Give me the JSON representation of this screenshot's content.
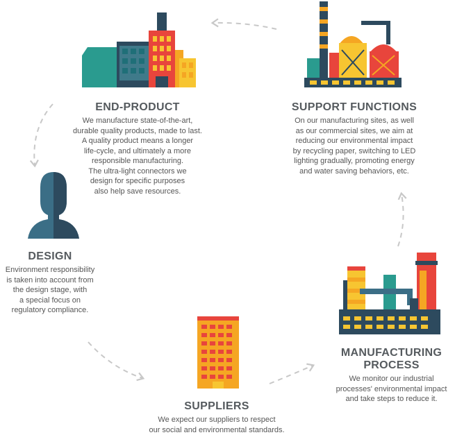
{
  "nodes": {
    "end_product": {
      "title": "END-PRODUCT",
      "description": "We manufacture state-of-the-art,\ndurable quality products, made to last.\nA quality product means a longer\nlife-cycle, and ultimately a more\nresponsible manufacturing.\nThe ultra-light connectors we\ndesign for specific purposes\nalso help save resources."
    },
    "support_functions": {
      "title": "SUPPORT FUNCTIONS",
      "description": "On our manufacturing sites, as well\nas our commercial sites, we aim at\nreducing our environmental impact\nby recycling paper, switching to LED\nlighting gradually, promoting energy\nand water saving behaviors, etc."
    },
    "design": {
      "title": "DESIGN",
      "description": "Environment responsibility\nis taken into account from\nthe design stage, with\na special focus on\nregulatory compliance."
    },
    "manufacturing_process": {
      "title_line1": "MANUFACTURING",
      "title_line2": "PROCESS",
      "description": "We monitor our industrial\nprocesses' environmental impact\nand take steps to reduce it."
    },
    "suppliers": {
      "title": "SUPPLIERS",
      "description": "We expect our suppliers to respect\nour social and environmental standards."
    }
  },
  "icons": {
    "end_product": "factory-building-icon",
    "support_functions": "industrial-plant-icon",
    "design": "person-silhouette-icon",
    "manufacturing_process": "factory-chimneys-icon",
    "suppliers": "office-building-icon"
  },
  "colors": {
    "teal": "#2a9b8f",
    "red": "#e8453c",
    "orange": "#f5a623",
    "yellow": "#f7c531",
    "navy": "#2d4a5e",
    "arrow_gray": "#c8c8c8",
    "title_gray": "#555a5e"
  }
}
